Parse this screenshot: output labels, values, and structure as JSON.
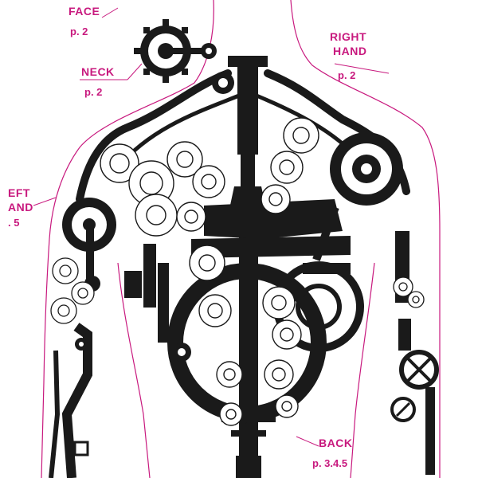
{
  "colors": {
    "ink": "#1a1a1a",
    "label": "#c8197e",
    "outline": "#c8197e",
    "background": "#ffffff"
  },
  "icons": [
    "gear-icon",
    "cloud-swirl-icon",
    "screw-head-icon",
    "hex-bolt-icon"
  ],
  "labels": {
    "face": {
      "title": "FACE",
      "page": "p. 2"
    },
    "neck": {
      "title": "NECK",
      "page": "p. 2"
    },
    "right_hand": {
      "line1": "RIGHT",
      "line2": "HAND",
      "page": "p. 2"
    },
    "left_hand": {
      "line1": "EFT",
      "line2": "AND",
      "page": ". 5"
    },
    "back": {
      "title": "BACK",
      "page": "p. 3.4.5"
    }
  }
}
